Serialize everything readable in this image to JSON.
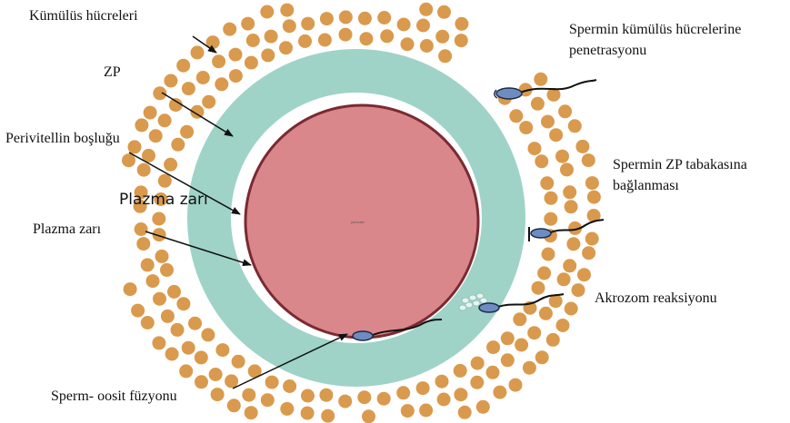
{
  "colors": {
    "cumulus": "#d99a4e",
    "zona": "#9fd3c7",
    "oocyte_fill": "#d9878a",
    "oocyte_border": "#7a2a32",
    "sperm_head": "#6f8cc0",
    "sperm_outline": "#1d2b4a",
    "arrow": "#111111"
  },
  "labels": {
    "cumulus": "Kümülüs hücreleri",
    "zp": "ZP",
    "perivitelline": "Perivitellin boşluğu",
    "plasma_overlay": "Plazma zarı",
    "plasma": "Plazma zarı",
    "fusion": "Sperm- oosit füzyonu",
    "penetration_line1": "Spermin kümülüs hücrelerine",
    "penetration_line2": "penetrasyonu",
    "binding_line1": "Spermin ZP tabakasına",
    "binding_line2": "bağlanması",
    "acrosome": "Akrozom reaksiyonu",
    "center_tiny": "yumurta"
  }
}
